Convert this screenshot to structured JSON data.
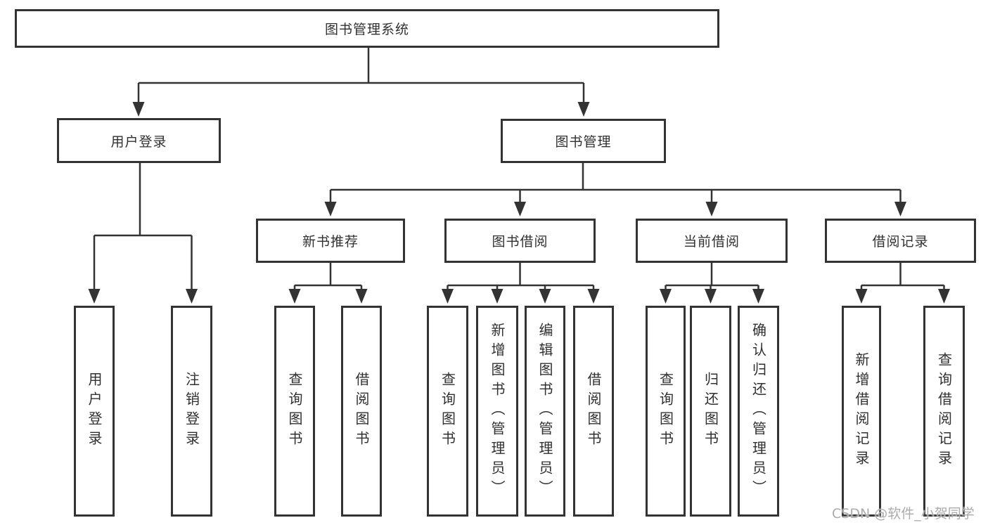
{
  "diagram": {
    "root": {
      "label": "图书管理系统"
    },
    "level2": [
      {
        "label": "用户登录"
      },
      {
        "label": "图书管理"
      }
    ],
    "level3": [
      {
        "label": "新书推荐"
      },
      {
        "label": "图书借阅"
      },
      {
        "label": "当前借阅"
      },
      {
        "label": "借阅记录"
      }
    ],
    "leaves": [
      {
        "label": "用户登录"
      },
      {
        "label": "注销登录"
      },
      {
        "label": "查询图书"
      },
      {
        "label": "借阅图书"
      },
      {
        "label": "查询图书"
      },
      {
        "label": "新增图书（管理员）"
      },
      {
        "label": "编辑图书（管理员）"
      },
      {
        "label": "借阅图书"
      },
      {
        "label": "查询图书"
      },
      {
        "label": "归还图书"
      },
      {
        "label": "确认归还（管理员）"
      },
      {
        "label": "新增借阅记录"
      },
      {
        "label": "查询借阅记录"
      }
    ]
  },
  "watermark": {
    "text": "CSDN @软件_小贺同学"
  },
  "colors": {
    "line": "#333333",
    "box_border": "#333333",
    "text": "#303030",
    "watermark": "#ababab",
    "background": "#ffffff"
  }
}
